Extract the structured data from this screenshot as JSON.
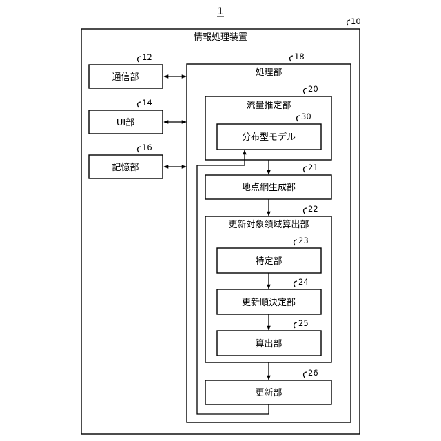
{
  "figure_number": "1",
  "device": {
    "label": "情報処理装置",
    "ref": "10"
  },
  "comm": {
    "label": "通信部",
    "ref": "12"
  },
  "ui": {
    "label": "UI部",
    "ref": "14"
  },
  "storage": {
    "label": "記憶部",
    "ref": "16"
  },
  "processor": {
    "label": "処理部",
    "ref": "18"
  },
  "flow_estimator": {
    "label": "流量推定部",
    "ref": "20"
  },
  "model": {
    "label": "分布型モデル",
    "ref": "30"
  },
  "network_gen": {
    "label": "地点網生成部",
    "ref": "21"
  },
  "region_calc": {
    "label": "更新対象領域算出部",
    "ref": "22"
  },
  "identify": {
    "label": "特定部",
    "ref": "23"
  },
  "order": {
    "label": "更新順決定部",
    "ref": "24"
  },
  "calc": {
    "label": "算出部",
    "ref": "25"
  },
  "update": {
    "label": "更新部",
    "ref": "26"
  }
}
